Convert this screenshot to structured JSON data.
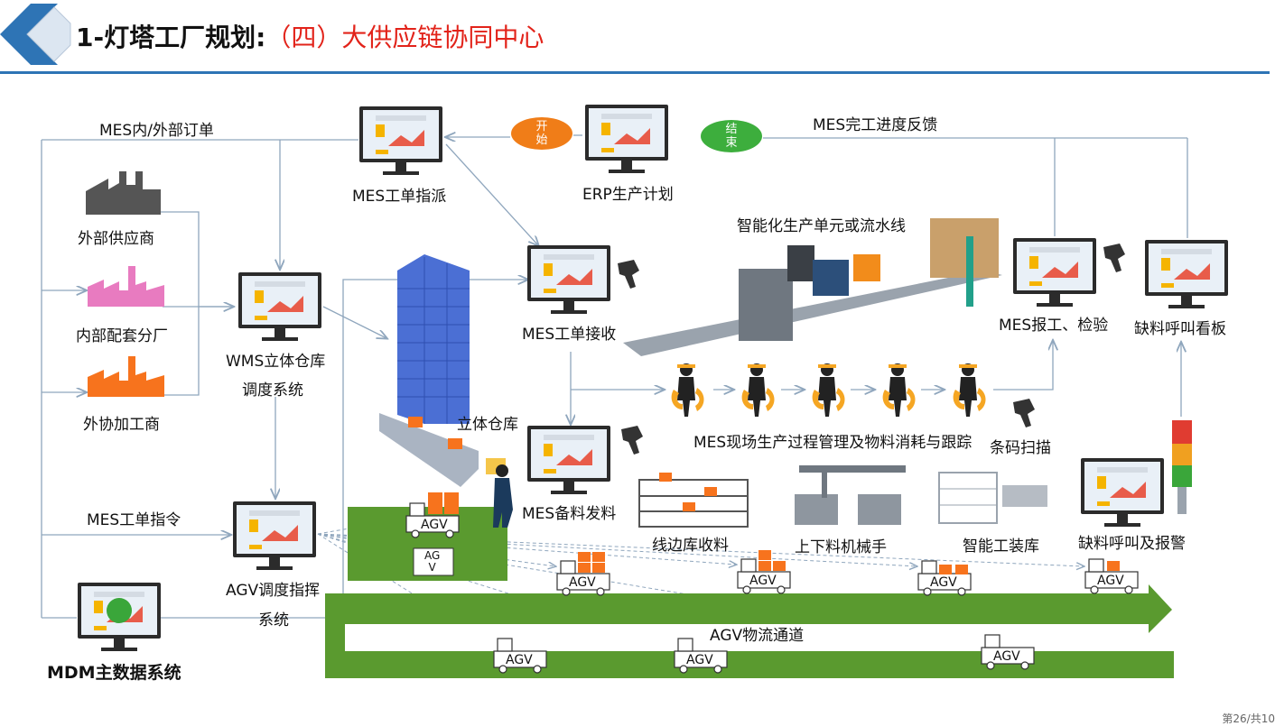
{
  "header": {
    "title_main": "1-灯塔工厂规划:",
    "title_sub": "（四）大供应链协同中心"
  },
  "nodes": {
    "mes_order": "MES内/外部订单",
    "external_supplier": "外部供应商",
    "internal_branch": "内部配套分厂",
    "outsource": "外协加工商",
    "mes_dispatch": "MES工单指派",
    "start": "开\n始",
    "erp_plan": "ERP生产计划",
    "end": "结\n束",
    "mes_feedback": "MES完工进度反馈",
    "smart_line": "智能化生产单元或流水线",
    "wms_line1": "WMS立体仓库",
    "wms_line2": "调度系统",
    "stereo_warehouse": "立体仓库",
    "mes_receive": "MES工单接收",
    "mes_report": "MES报工、检验",
    "shortage_board": "缺料呼叫看板",
    "onsite_mgmt": "MES现场生产过程管理及物料消耗与跟踪",
    "barcode_scan": "条码扫描",
    "mes_prep": "MES备料发料",
    "line_store": "线边库收料",
    "manipulator": "上下料机械手",
    "tooling_store": "智能工装库",
    "shortage_alarm": "缺料呼叫及报警",
    "mes_instruction": "MES工单指令",
    "agv_line1": "AGV调度指挥",
    "agv_line2": "系统",
    "mdm": "MDM主数据系统",
    "agv_channel": "AGV物流通道",
    "agv": "AGV",
    "agv_split": "AG\nV"
  },
  "page_number": "第26/共10",
  "colors": {
    "accent_blue": "#2e74b5",
    "title_red": "#e2231a",
    "start_orange": "#f07d18",
    "end_green": "#3dae3d",
    "channel_green": "#5a9a2f",
    "worker_orange": "#f5a623"
  }
}
